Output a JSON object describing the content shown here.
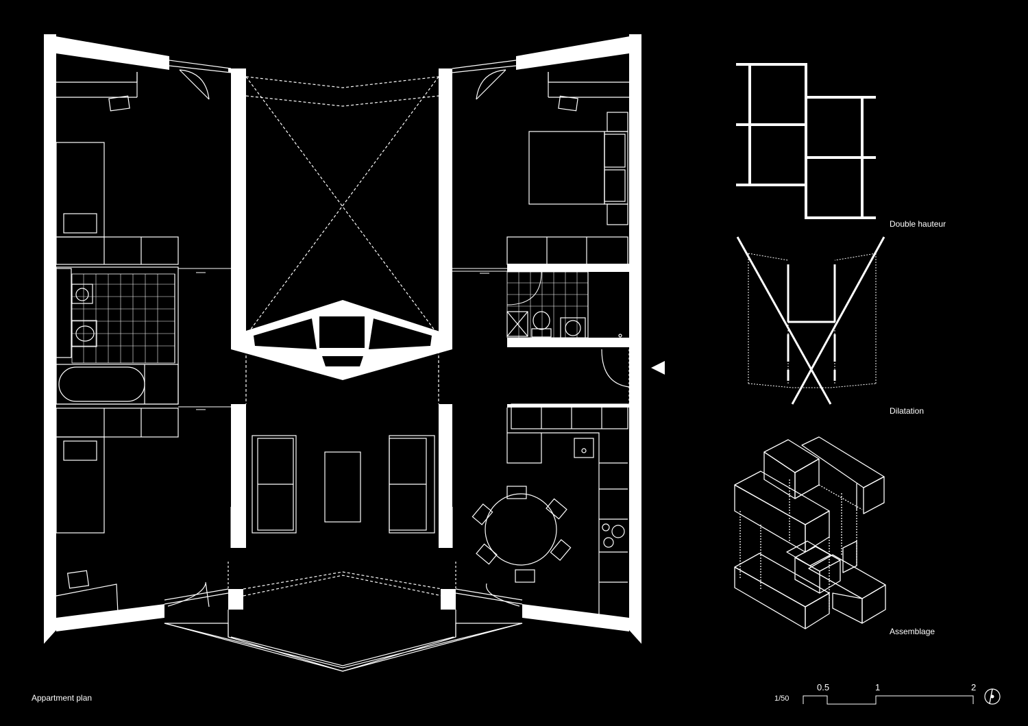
{
  "captions": {
    "main": "Appartment plan",
    "double_height": "Double hauteur",
    "dilation": "Dilatation",
    "assembly": "Assemblage"
  },
  "scale": {
    "ratio": "1/50",
    "ticks": [
      "0.5",
      "1",
      "2"
    ]
  },
  "colors": {
    "background": "#000000",
    "ink": "#ffffff"
  },
  "icons": [
    "north-arrow-icon",
    "entrance-arrow-icon"
  ]
}
